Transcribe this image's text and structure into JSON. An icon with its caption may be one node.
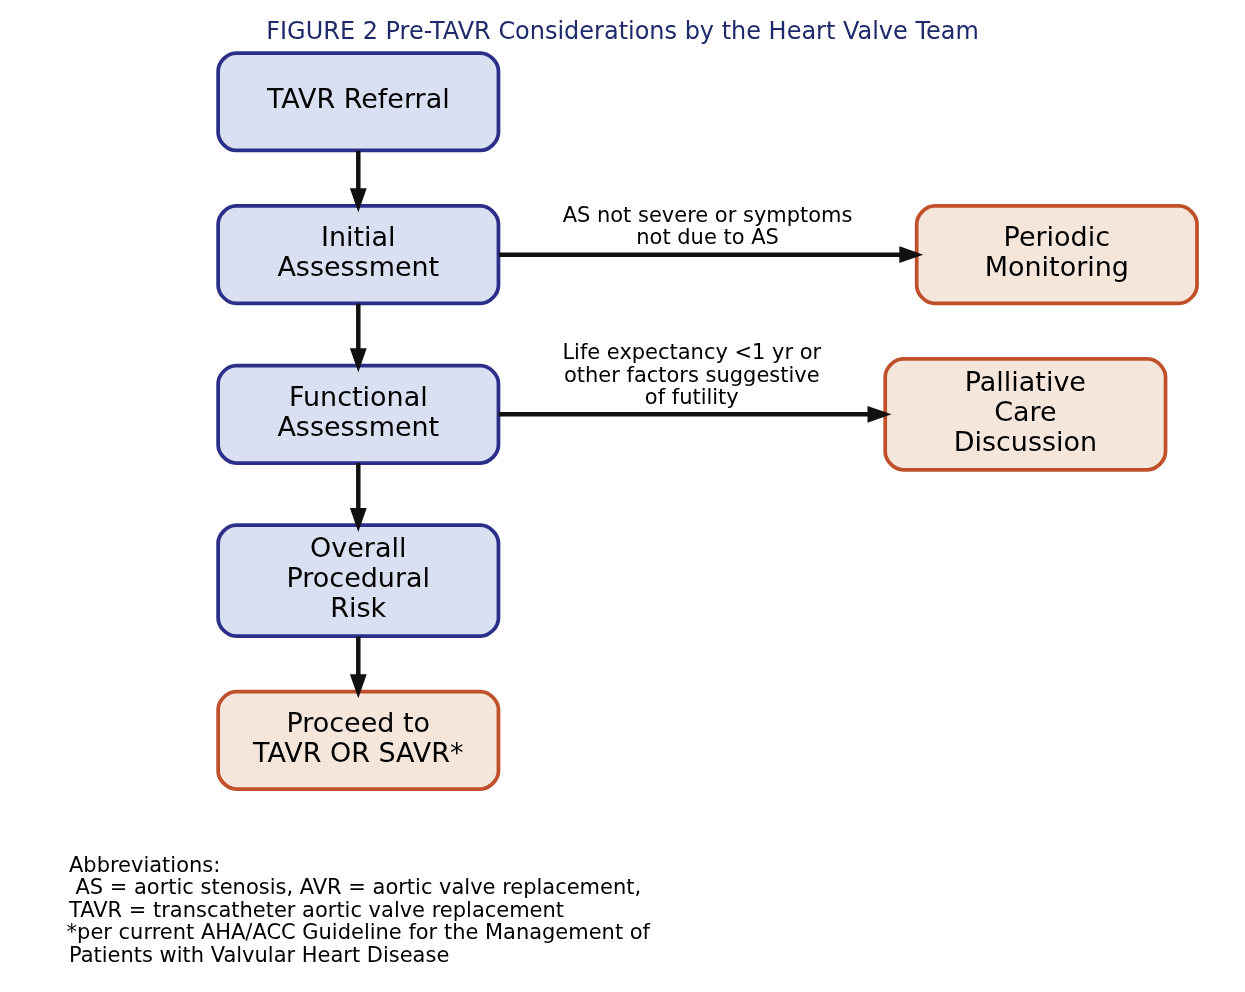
{
  "diagram": {
    "title": "FIGURE 2 Pre-TAVR Considerations by the Heart Valve Team",
    "nodes": [
      {
        "text": [
          "TAVR Referral"
        ]
      },
      {
        "text": [
          "Initial Assessment"
        ]
      },
      {
        "text": [
          "Periodic Monitoring"
        ]
      },
      {
        "text": [
          "Functional Assessment"
        ]
      },
      {
        "text": [
          "Palliative Care Discussion"
        ]
      },
      {
        "text": [
          "Overall Procedural Risk"
        ]
      },
      {
        "text": [
          "Proceed to TAVR OR SAVR*"
        ]
      }
    ],
    "edges": [
      {
        "from": 0,
        "to": 1,
        "arrow": "to"
      },
      {
        "from": 1,
        "to": 2,
        "arrow": "to",
        "label": "AS not severe or symptoms not due to AS"
      },
      {
        "from": 1,
        "to": 3,
        "arrow": "to"
      },
      {
        "from": 3,
        "to": 4,
        "arrow": "to",
        "label": "Life expectancy <1 yr or other factors suggestive of futility"
      },
      {
        "from": 3,
        "to": 5,
        "arrow": "to"
      },
      {
        "from": 5,
        "to": 6,
        "arrow": "to"
      }
    ],
    "labels": [
      "Abbreviations:",
      "AS = aortic stenosis, AVR = aortic valve replacement, TAVR = transcatheter aortic valve replacement",
      "*per current AHA/ACC Guideline for the Management of Patients with Valvular Heart Disease"
    ]
  }
}
